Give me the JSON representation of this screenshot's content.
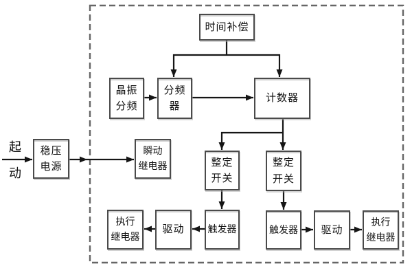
{
  "diagram": {
    "colors": {
      "wire": "#151515",
      "box_border": "#4a4a4a",
      "boundary_dash": "#666666",
      "background": "#ffffff",
      "text": "#111111"
    },
    "start_label": {
      "line1": "起",
      "line2": "动"
    },
    "nodes": {
      "time_compensation": {
        "label": "时间补偿"
      },
      "crystal_divider": {
        "line1": "晶振",
        "line2": "分频"
      },
      "frequency_divider": {
        "label": "分频器"
      },
      "counter": {
        "label": "计数器"
      },
      "power_supply": {
        "line1": "稳压",
        "line2": "电源"
      },
      "instant_relay": {
        "line1": "瞬动",
        "line2": "继电器"
      },
      "setting_switch_left": {
        "line1": "整定",
        "line2": "开关"
      },
      "setting_switch_right": {
        "line1": "整定",
        "line2": "开关"
      },
      "trigger_left": {
        "label": "触发器"
      },
      "driver_left": {
        "label": "驱动"
      },
      "exec_relay_left": {
        "line1": "执行",
        "line2": "继电器"
      },
      "trigger_right": {
        "label": "触发器"
      },
      "driver_right": {
        "label": "驱动"
      },
      "exec_relay_right": {
        "line1": "执行",
        "line2": "继电器"
      }
    }
  }
}
